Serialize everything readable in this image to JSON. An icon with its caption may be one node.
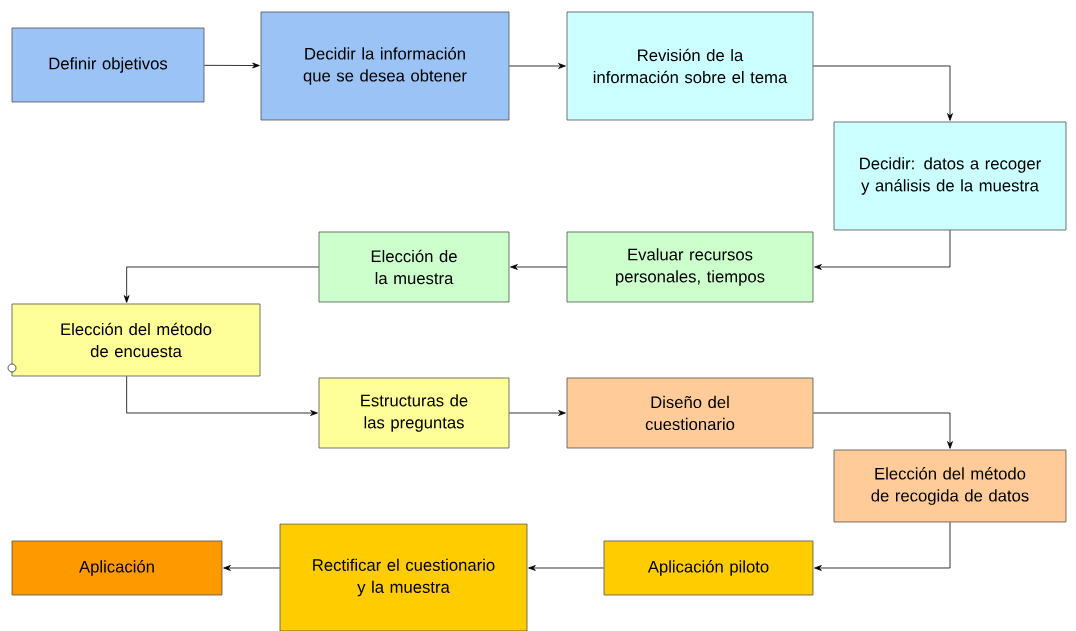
{
  "diagram": {
    "nodes": [
      {
        "text": [
          "Definir objetivos"
        ]
      },
      {
        "text": [
          "Decidir la información que se desea obtener"
        ]
      },
      {
        "text": [
          "Revisión de la información sobre el tema"
        ]
      },
      {
        "text": [
          "Decidir: datos a recoger y análisis de la muestra"
        ]
      },
      {
        "text": [
          "Evaluar recursos personales, tiempos"
        ]
      },
      {
        "text": [
          "Elección de la muestra"
        ]
      },
      {
        "text": [
          "Elección del método de encuesta"
        ]
      },
      {
        "text": [
          "Estructuras de las preguntas"
        ]
      },
      {
        "text": [
          "Diseño del cuestionario"
        ]
      },
      {
        "text": [
          "Elección del método de recogida de datos"
        ]
      },
      {
        "text": [
          "Aplicación piloto"
        ]
      },
      {
        "text": [
          "Rectificar el cuestionario y la muestra"
        ]
      },
      {
        "text": [
          "Aplicación"
        ]
      }
    ],
    "edges": [
      {
        "from": 0,
        "to": 1,
        "arrow": "to"
      },
      {
        "from": 1,
        "to": 2,
        "arrow": "to"
      },
      {
        "from": 2,
        "to": 3,
        "arrow": "to"
      },
      {
        "from": 3,
        "to": 4,
        "arrow": "to"
      },
      {
        "from": 4,
        "to": 5,
        "arrow": "to"
      },
      {
        "from": 5,
        "to": 6,
        "arrow": "to"
      },
      {
        "from": 6,
        "to": 7,
        "arrow": "to"
      },
      {
        "from": 7,
        "to": 8,
        "arrow": "to"
      },
      {
        "from": 8,
        "to": 9,
        "arrow": "to"
      },
      {
        "from": 9,
        "to": 10,
        "arrow": "to"
      },
      {
        "from": 10,
        "to": 11,
        "arrow": "to"
      },
      {
        "from": 11,
        "to": 12,
        "arrow": "to"
      }
    ]
  }
}
